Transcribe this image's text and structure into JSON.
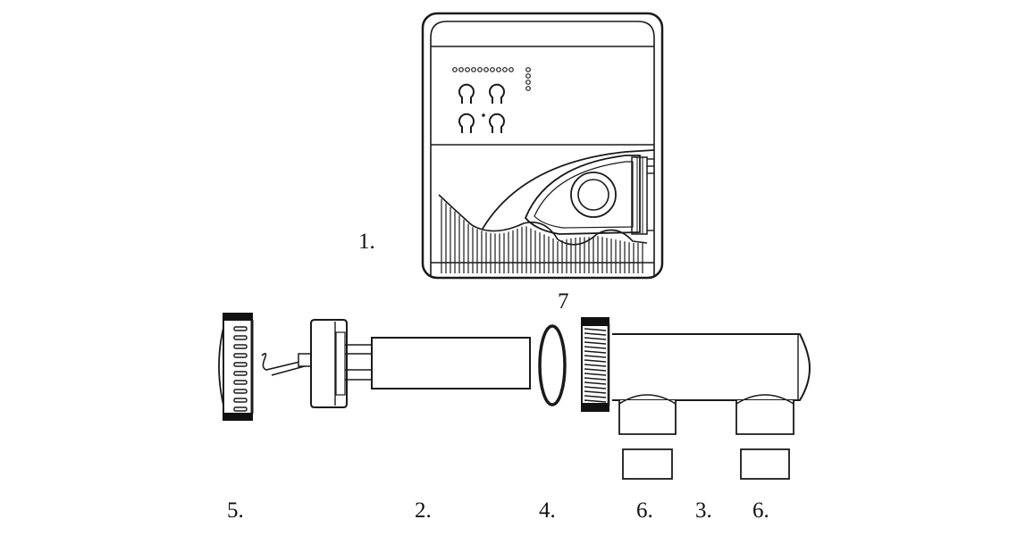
{
  "labels": {
    "part_1": "1.",
    "part_7": "7",
    "part_5": "5.",
    "part_2": "2.",
    "part_4": "4.",
    "part_6_left": "6.",
    "part_3": "3.",
    "part_6_right": "6."
  },
  "colors": {
    "line": "#1a1a1a",
    "fill": "#ffffff",
    "dark": "#111111"
  }
}
